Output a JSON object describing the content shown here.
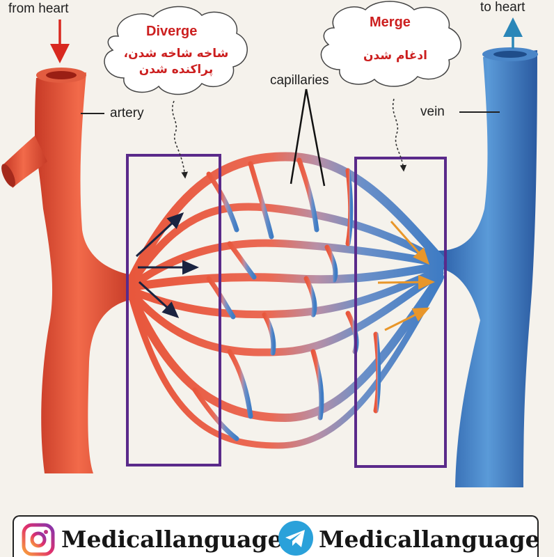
{
  "labels": {
    "from_heart": "from heart",
    "to_heart": "to heart",
    "artery": "artery",
    "vein": "vein",
    "capillaries": "capillaries"
  },
  "diverge": {
    "title": "Diverge",
    "persian_line1": "شاخه شاخه شدن،",
    "persian_line2": "پراکنده شدن"
  },
  "merge": {
    "title": "Merge",
    "persian": "ادغام شدن"
  },
  "footer": {
    "instagram_handle": "Medicallanguage",
    "telegram_handle": "Medicallanguage"
  },
  "colors": {
    "artery": "#e5543a",
    "vein": "#3a78c2",
    "box": "#5a2a8a",
    "cloud_text": "#cc1f1f",
    "orange_arrow": "#e8962a"
  }
}
